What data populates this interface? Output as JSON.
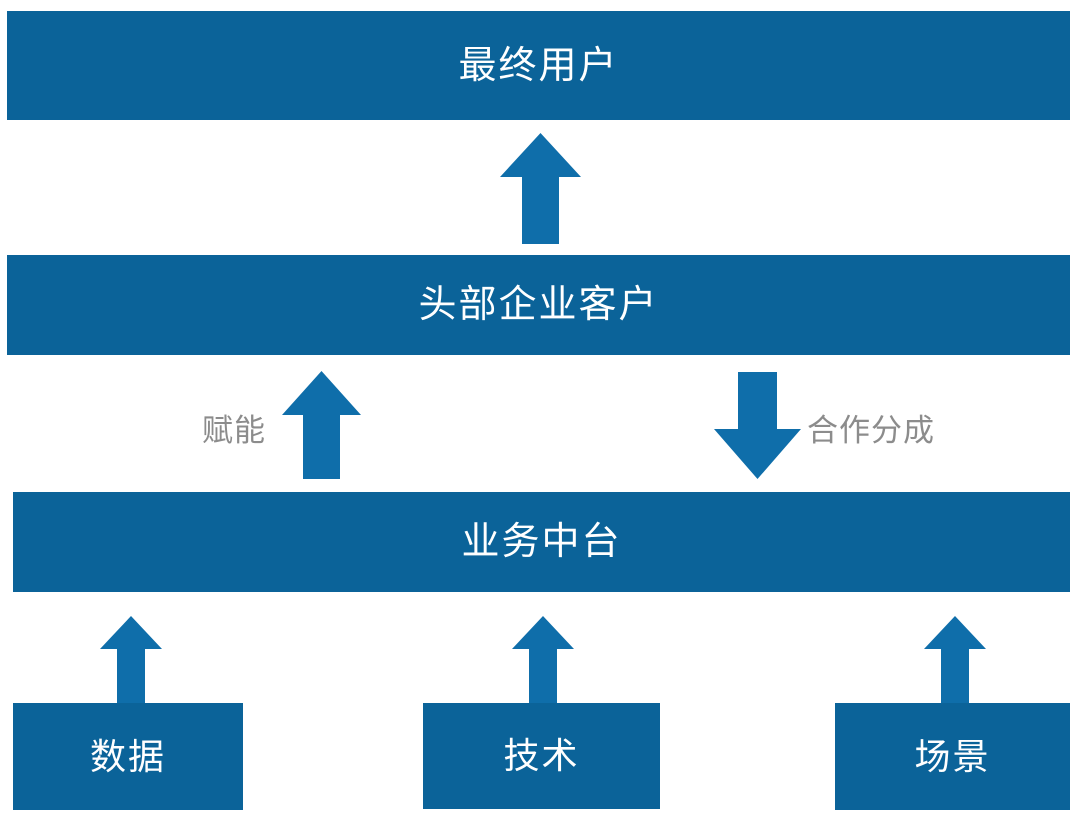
{
  "diagram": {
    "type": "layered-flow-diagram",
    "background_color": "#ffffff",
    "band_color": "#0b6399",
    "arrow_color": "#0f6eaa",
    "band_text_color": "#ffffff",
    "side_label_color": "#8c8c8c",
    "layers": {
      "end_user": {
        "label": "最终用户"
      },
      "enterprise": {
        "label": "头部企业客户"
      },
      "mid_platform": {
        "label": "业务中台"
      }
    },
    "foundation_boxes": [
      {
        "label": "数据"
      },
      {
        "label": "技术"
      },
      {
        "label": "场景"
      }
    ],
    "connectors": [
      {
        "name": "mid-to-enterprise",
        "direction": "up",
        "label": "赋能"
      },
      {
        "name": "enterprise-to-mid",
        "direction": "down",
        "label": "合作分成"
      },
      {
        "name": "enterprise-to-end-user",
        "direction": "up",
        "label": ""
      },
      {
        "name": "data-to-mid",
        "direction": "up",
        "label": ""
      },
      {
        "name": "tech-to-mid",
        "direction": "up",
        "label": ""
      },
      {
        "name": "scenario-to-mid",
        "direction": "up",
        "label": ""
      }
    ]
  }
}
